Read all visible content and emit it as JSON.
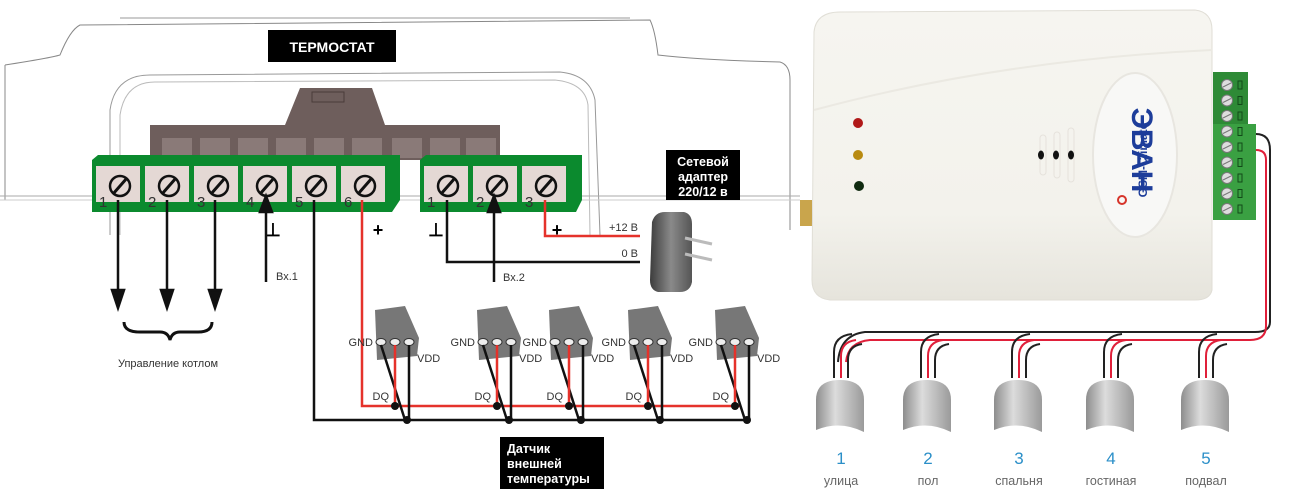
{
  "thermostat": {
    "title": "ТЕРМОСТАТ",
    "terminal_block_1": {
      "terminals": [
        "1",
        "2",
        "3",
        "4",
        "5",
        "6"
      ],
      "signs": {
        "ground": "⊥",
        "plus": "+"
      }
    },
    "terminal_block_2": {
      "terminals": [
        "1",
        "2",
        "3"
      ],
      "signs": {
        "ground": "⊥",
        "plus": "+"
      }
    },
    "input_1_label": "Вх.1",
    "input_2_label": "Вх.2",
    "boiler_control_label": "Управление котлом",
    "adapter_label_lines": [
      "Сетевой",
      "адаптер",
      "220/12 в"
    ],
    "plus_12v_label": "+12 В",
    "zero_v_label": "0 В",
    "sensor_pins": {
      "gnd": "GND",
      "vdd": "VDD",
      "dq": "DQ"
    },
    "sensor_count": 5,
    "sensor_caption_lines": [
      "Датчик",
      "внешней",
      "температуры"
    ]
  },
  "gsm_device": {
    "brand": "ЭВАН",
    "model": "GSM-Climate",
    "leds": [
      {
        "name": "red",
        "color": "#b01818"
      },
      {
        "name": "yellow",
        "color": "#b88a10"
      },
      {
        "name": "green",
        "color": "#102a10"
      }
    ]
  },
  "sensors": [
    {
      "number": "1",
      "name": "улица"
    },
    {
      "number": "2",
      "name": "пол"
    },
    {
      "number": "3",
      "name": "спальня"
    },
    {
      "number": "4",
      "name": "гостиная"
    },
    {
      "number": "5",
      "name": "подвал"
    }
  ],
  "colors": {
    "terminal_green": "#0b8a2e",
    "wire_red": "#e5322b",
    "wire_black": "#111111",
    "label_blue": "#2b8fc8",
    "brand_blue": "#1d3d9a"
  }
}
